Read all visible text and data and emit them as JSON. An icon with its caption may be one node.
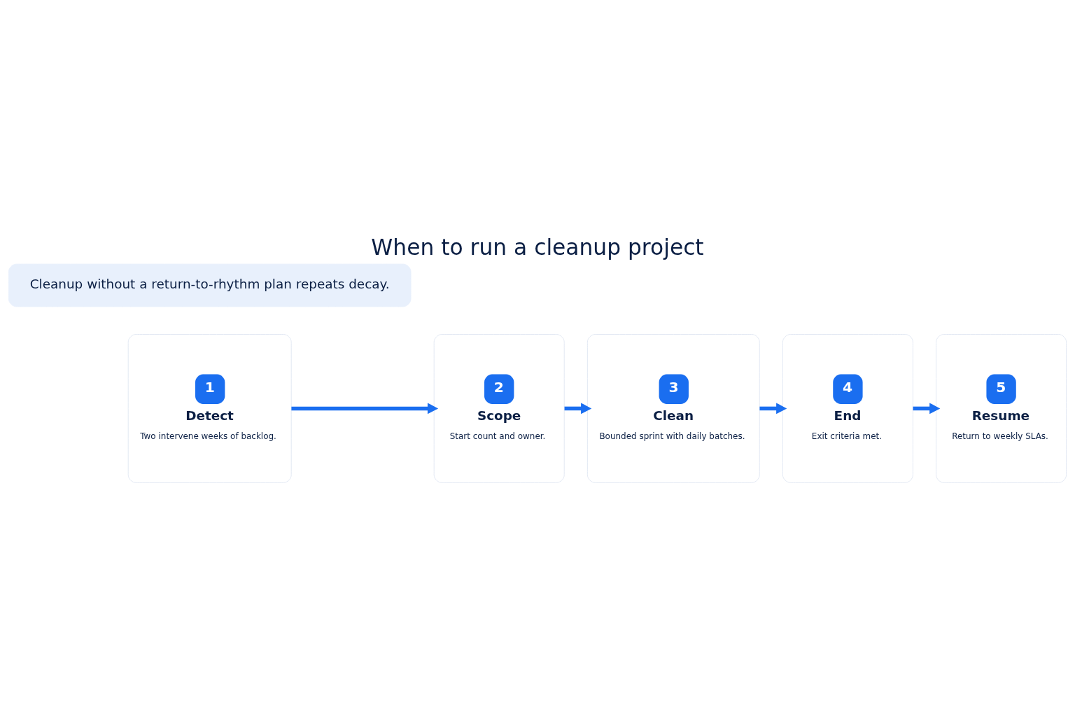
{
  "diagram": {
    "title": "When to run a cleanup project",
    "nodes": [
      {
        "text": [
          "1",
          "Detect",
          "Two intervene weeks of backlog."
        ]
      },
      {
        "text": [
          "2",
          "Scope",
          "Start count and owner."
        ]
      },
      {
        "text": [
          "3",
          "Clean",
          "Bounded sprint with daily batches."
        ]
      },
      {
        "text": [
          "4",
          "End",
          "Exit criteria met."
        ]
      },
      {
        "text": [
          "5",
          "Resume",
          "Return to weekly SLAs."
        ]
      },
      {
        "text": [
          "Cleanup without a return-to-rhythm plan repeats decay."
        ]
      }
    ],
    "edges": [
      {
        "from": 0,
        "to": 1,
        "arrow": "to"
      },
      {
        "from": 1,
        "to": 2,
        "arrow": "to"
      },
      {
        "from": 2,
        "to": 3,
        "arrow": "to"
      },
      {
        "from": 3,
        "to": 4,
        "arrow": "to"
      }
    ]
  }
}
